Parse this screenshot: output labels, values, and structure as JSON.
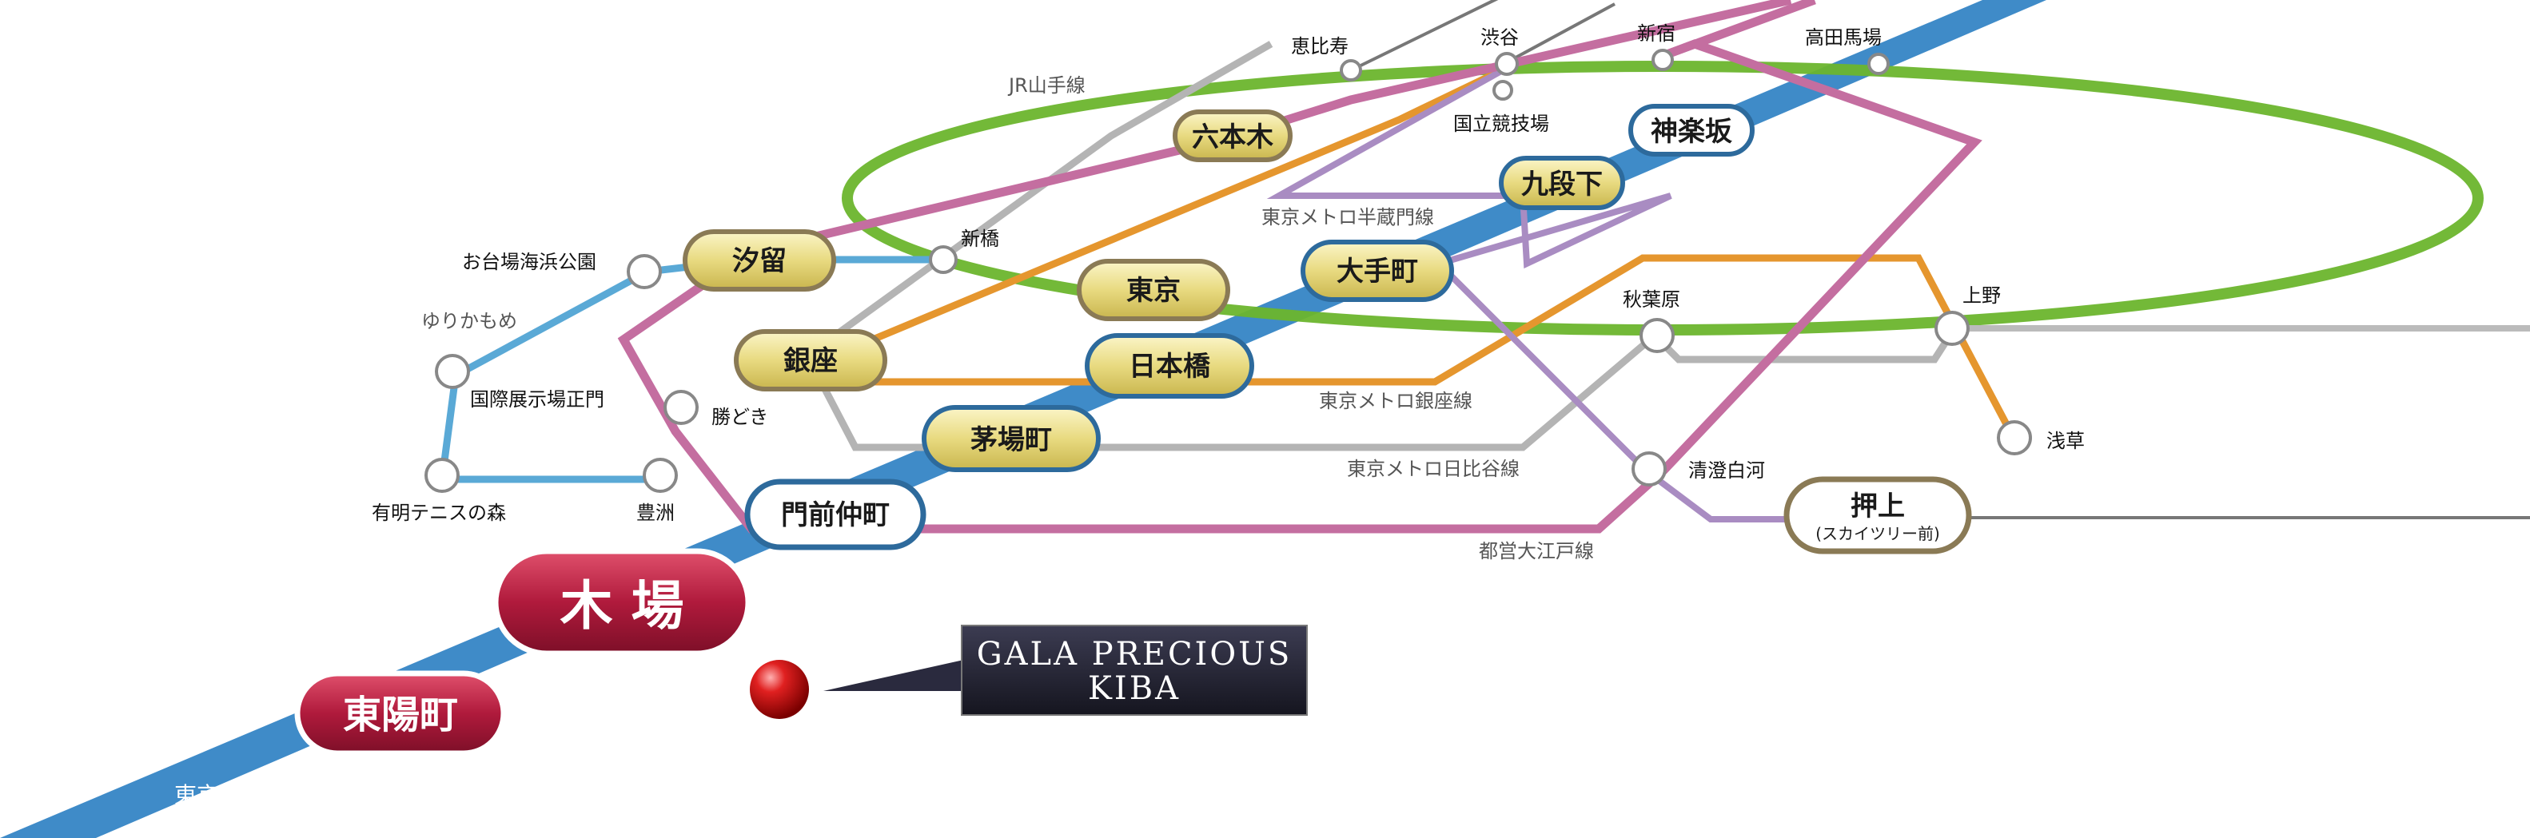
{
  "colors": {
    "tozai": "#3f8bc8",
    "yamanote": "#6cb52d",
    "oedo": "#c46ea0",
    "ginza": "#e5962e",
    "hibiya": "#b4b4b4",
    "hanzomon": "#a98cc2",
    "yurikamome": "#5aa9d6",
    "other_gray": "#888888",
    "gold_pill": "#e3d57e",
    "red_pill": "#b2163a",
    "gala_box": "#2a2a3e"
  },
  "lines": {
    "tozai": "東京メトロ東西線",
    "yamanote": "JR山手線",
    "hanzomon": "東京メトロ半蔵門線",
    "ginza": "東京メトロ銀座線",
    "hibiya": "東京メトロ日比谷線",
    "oedo": "都営大江戸線",
    "yurikamome": "ゆりかもめ"
  },
  "stations": {
    "ebisu": "恵比寿",
    "shibuya": "渋谷",
    "shinjuku": "新宿",
    "takadanobaba": "高田馬場",
    "kokuritsu": "国立競技場",
    "shinbashi": "新橋",
    "odaiba": "お台場海浜公園",
    "kokusai": "国際展示場正門",
    "ariake": "有明テニスの森",
    "toyosu": "豊洲",
    "kachidoki": "勝どき",
    "akihabara": "秋葉原",
    "ueno": "上野",
    "asakusa": "浅草",
    "kiyosumi": "清澄白河"
  },
  "pills": {
    "roppongi": "六本木",
    "kagurazaka": "神楽坂",
    "kudanshita": "九段下",
    "shiodome": "汐留",
    "tokyo": "東京",
    "otemachi": "大手町",
    "ginza": "銀座",
    "nihonbashi": "日本橋",
    "kayabacho": "茅場町",
    "monzen": "門前仲町",
    "oshiage": "押上",
    "oshiage_sub": "(スカイツリー前)",
    "kiba": "木 場",
    "toyocho": "東陽町"
  },
  "property": {
    "line1": "GALA PRECIOUS",
    "line2": "KIBA"
  }
}
